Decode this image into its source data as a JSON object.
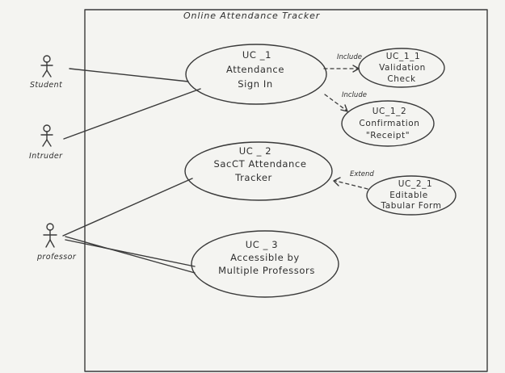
{
  "system": {
    "title": "Online Attendance Tracker"
  },
  "actors": [
    {
      "id": "student",
      "label": "Student"
    },
    {
      "id": "intruder",
      "label": "Intruder"
    },
    {
      "id": "professor",
      "label": "professor"
    }
  ],
  "use_cases": {
    "uc1": {
      "lines": [
        "UC _1",
        "Attendance",
        "Sign In"
      ]
    },
    "uc11": {
      "lines": [
        "UC_1_1",
        "Validation",
        "Check"
      ]
    },
    "uc12": {
      "lines": [
        "UC_1_2",
        "Confirmation",
        "\"Receipt\""
      ]
    },
    "uc2": {
      "lines": [
        "UC _ 2",
        "SacCT Attendance",
        "Tracker"
      ]
    },
    "uc21": {
      "lines": [
        "UC_2_1",
        "Editable",
        "Tabular Form"
      ]
    },
    "uc3": {
      "lines": [
        "UC _ 3",
        "Accessible by",
        "Multiple Professors"
      ]
    }
  },
  "relationships": {
    "include_1": "Include",
    "include_2": "Include",
    "extend_1": "Extend"
  }
}
